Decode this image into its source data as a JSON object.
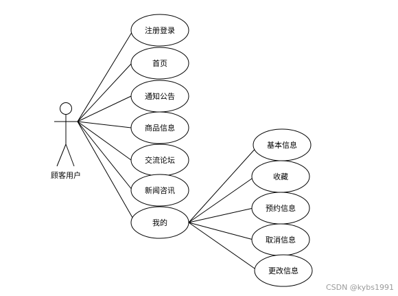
{
  "actor": {
    "label": "顾客用户"
  },
  "use_cases": [
    {
      "id": "register",
      "label": "注册登录"
    },
    {
      "id": "home",
      "label": "首页"
    },
    {
      "id": "notice",
      "label": "通知公告"
    },
    {
      "id": "goods",
      "label": "商品信息"
    },
    {
      "id": "forum",
      "label": "交流论坛"
    },
    {
      "id": "news",
      "label": "新闻咨讯"
    },
    {
      "id": "mine",
      "label": "我的"
    }
  ],
  "sub_use_cases": [
    {
      "id": "basic",
      "label": "基本信息"
    },
    {
      "id": "favorite",
      "label": "收藏"
    },
    {
      "id": "reserve",
      "label": "预约信息"
    },
    {
      "id": "cancel",
      "label": "取消信息"
    },
    {
      "id": "change",
      "label": "更改信息"
    }
  ],
  "watermark": "CSDN @kybs1991"
}
